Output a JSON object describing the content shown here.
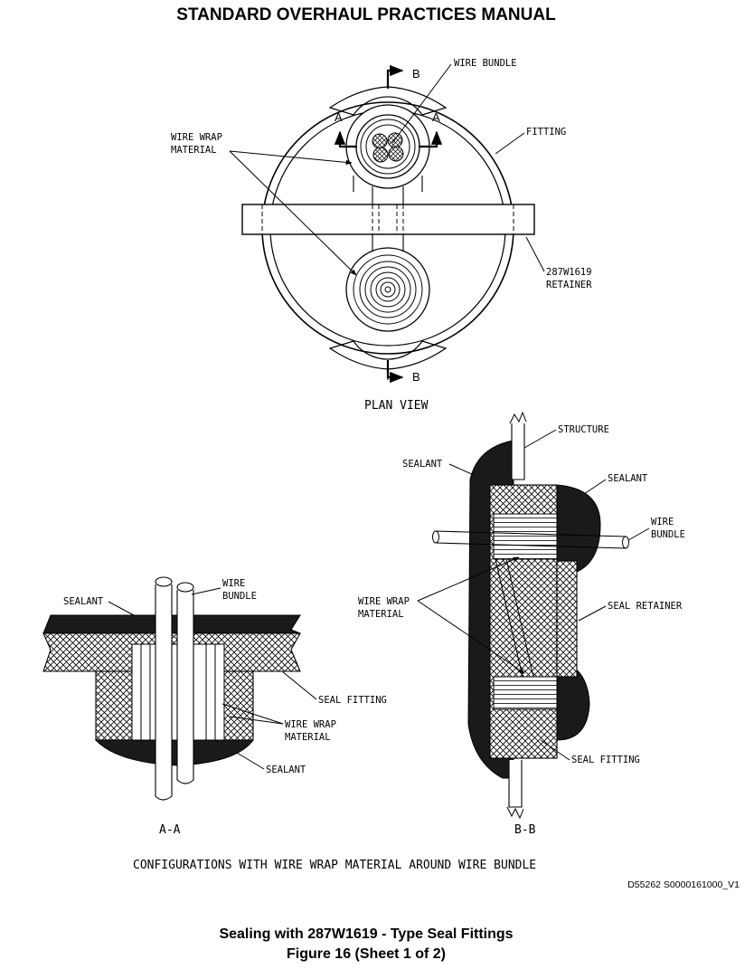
{
  "manual_title": "STANDARD OVERHAUL PRACTICES MANUAL",
  "plan_view": {
    "section_marker": "B",
    "view_marker": "A",
    "labels": {
      "wire_bundle": "WIRE BUNDLE",
      "wire_wrap_material": [
        "WIRE WRAP",
        "MATERIAL"
      ],
      "fitting": "FITTING",
      "retainer": [
        "287W1619",
        "RETAINER"
      ]
    },
    "view_title": "PLAN VIEW"
  },
  "section_aa": {
    "labels": {
      "sealant_top": "SEALANT",
      "wire_bundle": [
        "WIRE",
        "BUNDLE"
      ],
      "seal_fitting": "SEAL FITTING",
      "wire_wrap_material": [
        "WIRE WRAP",
        "MATERIAL"
      ],
      "sealant_bottom": "SEALANT"
    },
    "title": "A-A"
  },
  "section_bb": {
    "labels": {
      "structure": "STRUCTURE",
      "sealant_left": "SEALANT",
      "sealant_right": "SEALANT",
      "wire_bundle": [
        "WIRE",
        "BUNDLE"
      ],
      "wire_wrap_material": [
        "WIRE WRAP",
        "MATERIAL"
      ],
      "seal_retainer": "SEAL RETAINER",
      "seal_fitting": "SEAL FITTING"
    },
    "title": "B-B"
  },
  "configurations_title": "CONFIGURATIONS WITH WIRE WRAP MATERIAL AROUND WIRE BUNDLE",
  "reference_code": "D55262 S0000161000_V1",
  "caption": {
    "title": "Sealing with 287W1619 - Type Seal Fittings",
    "figure": "Figure 16  (Sheet 1 of 2)"
  }
}
